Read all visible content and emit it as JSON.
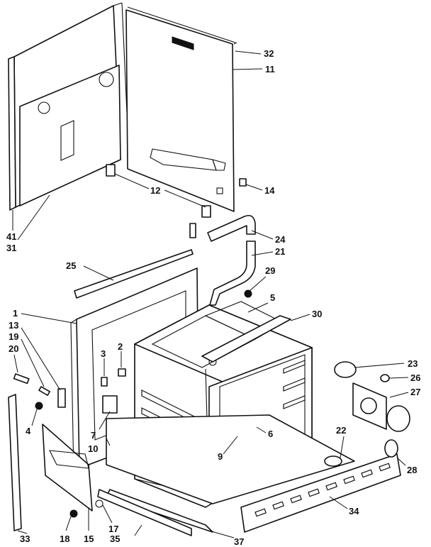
{
  "callouts": [
    {
      "n": "32"
    },
    {
      "n": "11"
    },
    {
      "n": "12"
    },
    {
      "n": "14"
    },
    {
      "n": "41"
    },
    {
      "n": "31"
    },
    {
      "n": "24"
    },
    {
      "n": "21"
    },
    {
      "n": "25"
    },
    {
      "n": "29"
    },
    {
      "n": "1"
    },
    {
      "n": "5"
    },
    {
      "n": "30"
    },
    {
      "n": "13"
    },
    {
      "n": "19"
    },
    {
      "n": "20"
    },
    {
      "n": "3"
    },
    {
      "n": "2"
    },
    {
      "n": "23"
    },
    {
      "n": "26"
    },
    {
      "n": "27"
    },
    {
      "n": "4"
    },
    {
      "n": "7"
    },
    {
      "n": "10"
    },
    {
      "n": "9"
    },
    {
      "n": "6"
    },
    {
      "n": "22"
    },
    {
      "n": "28"
    },
    {
      "n": "34"
    },
    {
      "n": "33"
    },
    {
      "n": "18"
    },
    {
      "n": "15"
    },
    {
      "n": "17"
    },
    {
      "n": "35"
    },
    {
      "n": "37"
    }
  ]
}
